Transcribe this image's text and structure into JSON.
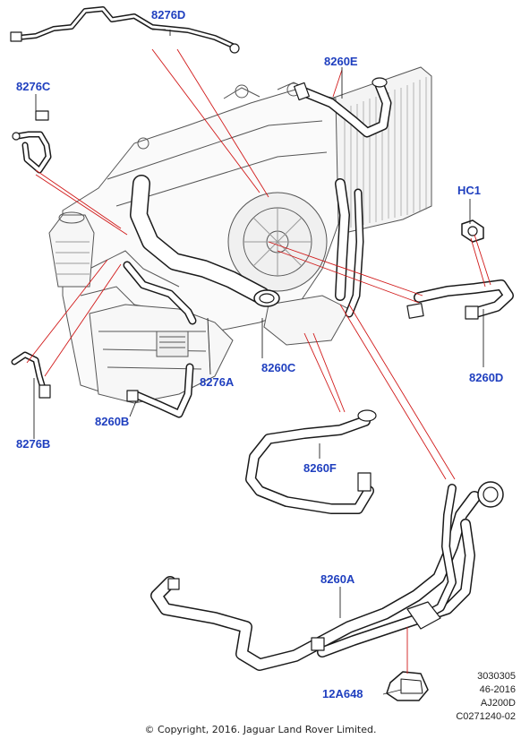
{
  "colors": {
    "callout": "#1f3fbf",
    "leader": "#d11a1a",
    "hose": "#1a1a1a",
    "engine_line": "#555555"
  },
  "callouts": {
    "c8276D": "8276D",
    "c8260E": "8260E",
    "c8276C": "8276C",
    "cHC1": "HC1",
    "c8260D": "8260D",
    "c8276A": "8276A",
    "c8260C": "8260C",
    "c8260B": "8260B",
    "c8276B": "8276B",
    "c8260F": "8260F",
    "c8260A": "8260A",
    "c12A648": "12A648"
  },
  "reference": {
    "line1": "3030305",
    "line2": "46-2016",
    "line3": "AJ200D",
    "line4": "C0271240-02"
  },
  "copyright": "© Copyright, 2016. Jaguar Land Rover Limited."
}
